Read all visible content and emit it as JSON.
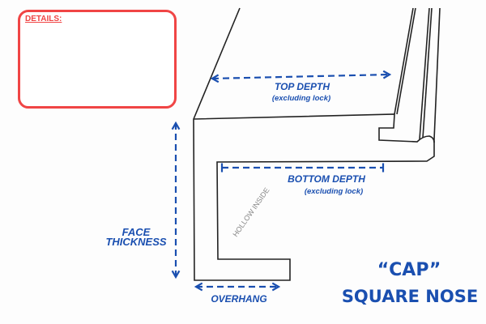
{
  "details": {
    "label": "DETAILS:"
  },
  "dimensions": {
    "top_depth": "TOP DEPTH",
    "top_depth_note": "(excluding lock)",
    "bottom_depth": "BOTTOM DEPTH",
    "bottom_depth_note": "(excluding lock)",
    "face_line1": "FACE",
    "face_line2": "THICKNESS",
    "overhang": "OVERHANG",
    "hollow": "HOLLOW INSIDE"
  },
  "title": {
    "line1": "“CAP”",
    "line2": "SQUARE NOSE"
  },
  "colors": {
    "accent": "#1a4fb0",
    "details_border": "#f04545",
    "outline": "#222222"
  }
}
